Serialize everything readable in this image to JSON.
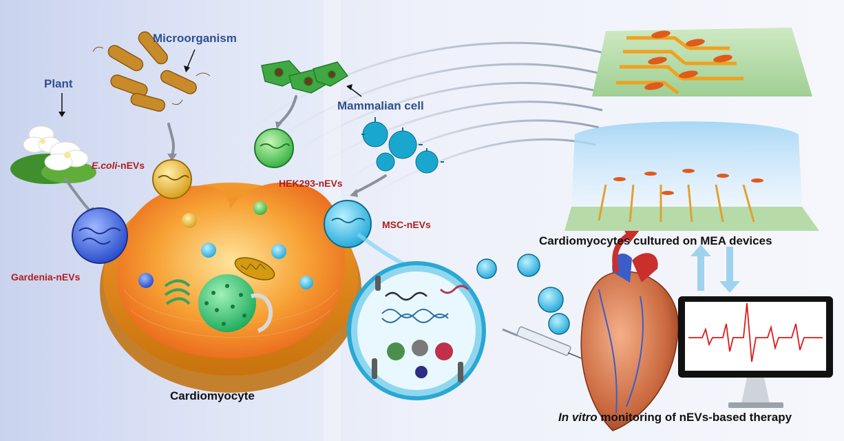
{
  "labels": {
    "microorganism": "Microorganism",
    "plant": "Plant",
    "mammalian_cell": "Mammalian cell",
    "ecoli_prefix": "E.coli",
    "ecoli_suffix": "-nEVs",
    "hek293": "HEK293-nEVs",
    "msc": "MSC-nEVs",
    "gardenia": "Gardenia-nEVs",
    "cardiomyocyte": "Cardiomyocyte",
    "mea": "Cardiomyocytes cultured on MEA devices",
    "invitro_italic": "In vitro",
    "invitro_rest": " monitoring of nEVs-based therapy"
  },
  "colors": {
    "label_blue": "#2f4f8f",
    "label_red": "#b01d1d",
    "cell_orange": "#f07a1c",
    "ecg_red": "#e01818"
  }
}
